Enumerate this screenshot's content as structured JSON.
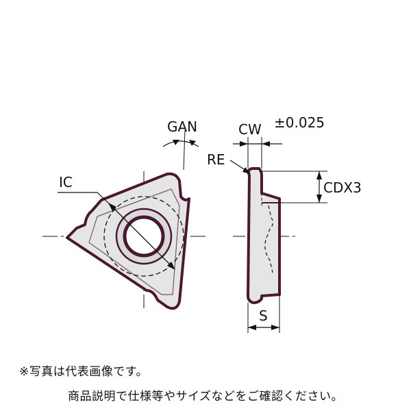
{
  "labels": {
    "gan": "GAN",
    "cw": "CW",
    "cw_tolerance": "±0.025",
    "re": "RE",
    "ic": "IC",
    "cdx": "CDX3",
    "s": "S"
  },
  "notes": {
    "line1": "※写真は代表画像です。",
    "line2": "商品説明で仕様等やサイズなどをご確認ください。"
  },
  "colors": {
    "insert_fill": "#e5e5e5",
    "outline": "#4a1830",
    "line": "#111111"
  }
}
